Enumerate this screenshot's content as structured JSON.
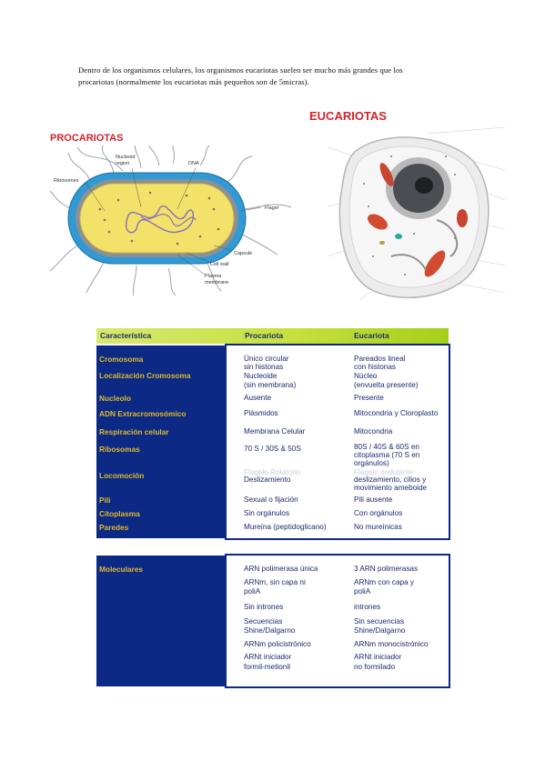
{
  "intro": {
    "line1": "Dentro de los organismos celulares, los organismos eucariotas suelen ser mucho más grandes que los",
    "line2": "procariotas (normalmente los eucariotas más pequeños son de 5micras)."
  },
  "prokaryote": {
    "title": "PROCARIOTAS",
    "labels": {
      "nucleoid": "Nucleoid",
      "region": "region",
      "dna": "DNA",
      "ribosomes": "Ribosomes",
      "flagel": "Flagel",
      "capsule": "Capsule",
      "cellwall": "Cell wall",
      "plasma": "Plasma",
      "membrane": "membrane"
    }
  },
  "eukaryote": {
    "title": "EUCARIOTAS"
  },
  "table1": {
    "headers": [
      "Característica",
      "Procariota",
      "Eucariota"
    ],
    "rows": [
      {
        "label": "Cromosoma",
        "pro": [
          "Único circular",
          "sin histonas"
        ],
        "euk": [
          "Pareados lineal",
          "con histonas"
        ]
      },
      {
        "label": "Localización Cromosoma",
        "pro": [
          "Nucleoide",
          "(sin membrana)"
        ],
        "euk": [
          "Núcleo",
          "(envuelta presente)"
        ]
      },
      {
        "label": "Nucleolo",
        "pro": [
          "Ausente"
        ],
        "euk": [
          "Presente"
        ]
      },
      {
        "label": "ADN Extracromosómico",
        "pro": [
          "Plásmidos"
        ],
        "euk": [
          "Mitocondria y Cloroplasto"
        ]
      },
      {
        "label": "Respiración celular",
        "pro": [
          "Membrana Celular"
        ],
        "euk": [
          "Mitocondria"
        ]
      },
      {
        "label": "Ribosomas",
        "pro": [
          "70 S / 30S & 50S"
        ],
        "euk": [
          "80S / 40S & 60S en",
          "citoplasma (70 S en",
          "orgánulos)"
        ]
      },
      {
        "label": "Locomoción",
        "pro": [
          "Flagelo Rotatorio",
          "Deslizamiento"
        ],
        "euk": [
          "Flagelo ondulante",
          "deslizamiento, cilios y",
          "movimiento ameboide"
        ]
      },
      {
        "label": "Pili",
        "pro": [
          "Sexual o fijación"
        ],
        "euk": [
          "Pili ausente"
        ]
      },
      {
        "label": "Citoplasma",
        "pro": [
          "Sin orgánulos"
        ],
        "euk": [
          "Con orgánulos"
        ]
      },
      {
        "label": "Paredes",
        "pro": [
          "Mureína (peptidoglicano)"
        ],
        "euk": [
          "No mureínicas"
        ]
      }
    ]
  },
  "table2": {
    "label": "Moleculares",
    "rows": [
      {
        "pro": [
          "ARN polimerasa única"
        ],
        "euk": [
          "3 ARN polimerasas"
        ]
      },
      {
        "pro": [
          "ARNm, sin capa ni",
          "poliA"
        ],
        "euk": [
          "ARNm con capa y",
          "poliA"
        ]
      },
      {
        "pro": [
          "Sin intrones"
        ],
        "euk": [
          "intrones"
        ]
      },
      {
        "pro": [
          "Secuencias",
          "Shine/Dalgarno"
        ],
        "euk": [
          "Sin secuencias",
          "Shine/Dalgarno"
        ]
      },
      {
        "pro": [
          "ARNm policistrónico"
        ],
        "euk": [
          "ARNm monocistrónico"
        ]
      },
      {
        "pro": [
          "ARNt iniciador",
          "formil-metionil"
        ],
        "euk": [
          "ARNt iniciador",
          "no formilado"
        ]
      }
    ]
  }
}
